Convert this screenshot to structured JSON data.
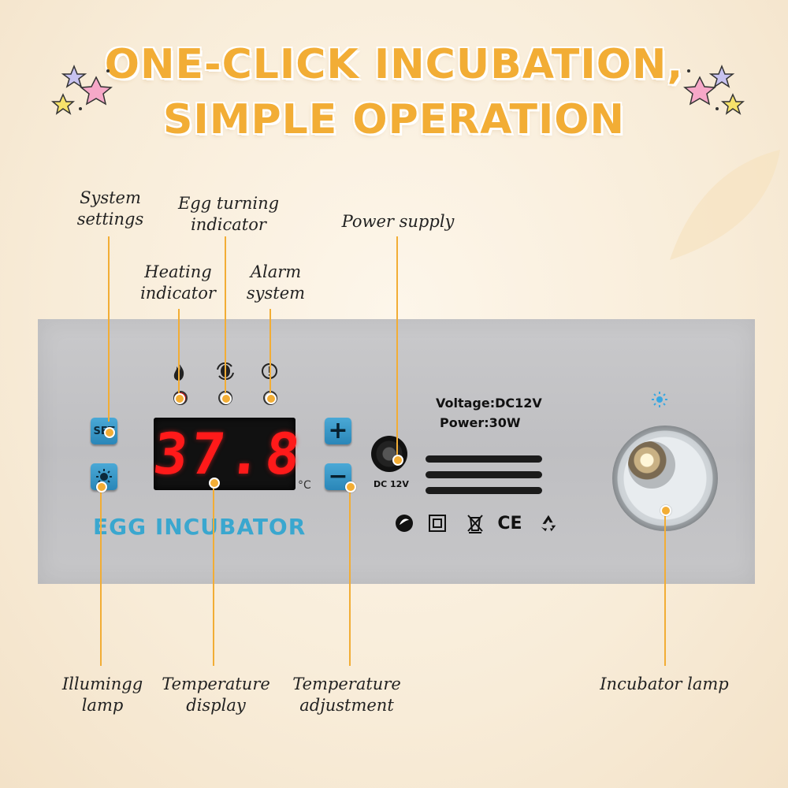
{
  "headline": {
    "line1": "ONE-CLICK INCUBATION,",
    "line2": "SIMPLE OPERATION"
  },
  "labels": {
    "system_settings": [
      "System",
      "settings"
    ],
    "egg_turning": [
      "Egg turning",
      "indicator"
    ],
    "power_supply": "Power supply",
    "heating": [
      "Heating",
      "indicator"
    ],
    "alarm": [
      "Alarm",
      "system"
    ],
    "illuming_lamp": [
      "Illumingg",
      "lamp"
    ],
    "temperature_display": [
      "Temperature",
      "display"
    ],
    "temperature_adjustment": [
      "Temperature",
      "adjustment"
    ],
    "incubator_lamp": "Incubator lamp"
  },
  "panel": {
    "set_label": "SET",
    "plus_label": "+",
    "minus_label": "−",
    "display_value": "37.8",
    "unit": "°C",
    "brand": "EGG  INCUBATOR",
    "voltage": "Voltage:DC12V",
    "power": "Power:30W",
    "jack_label": "DC 12V",
    "cert_ce": "CE"
  },
  "colors": {
    "accent": "#f2ad35",
    "button_blue": "#3a97c8",
    "display_red": "#ff1a1a",
    "brand_blue": "#3aa7cf"
  }
}
